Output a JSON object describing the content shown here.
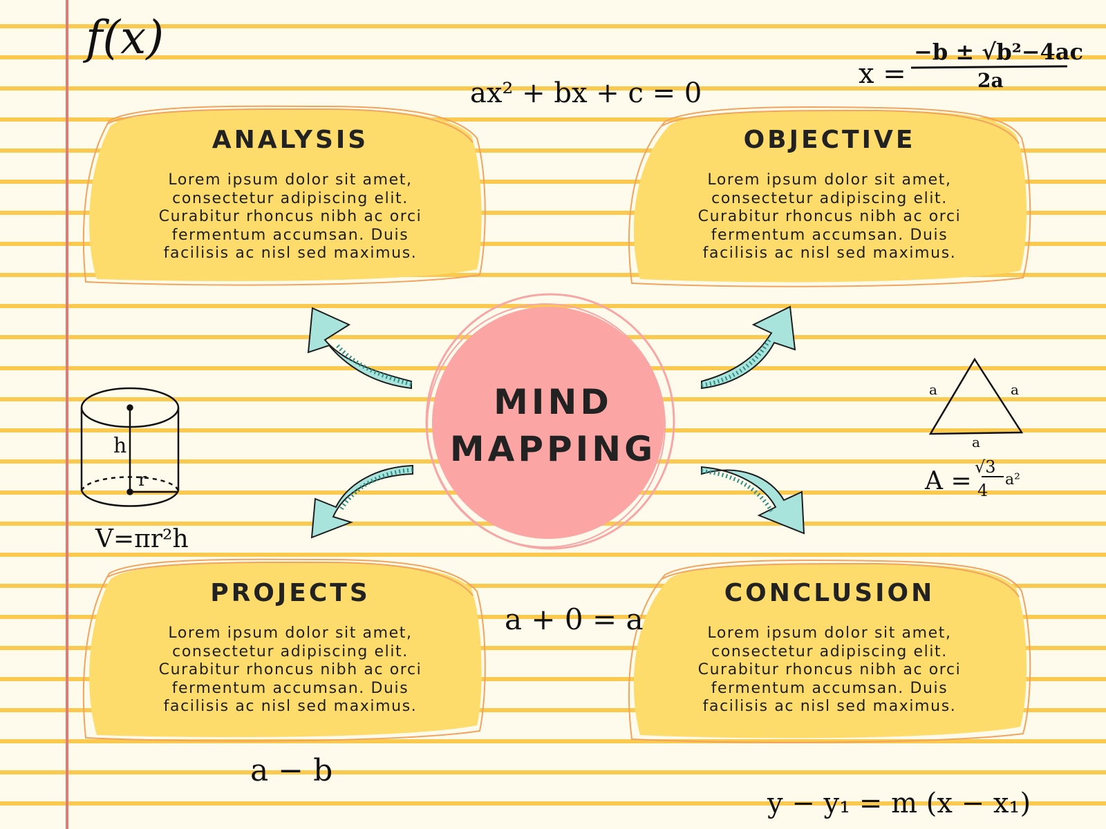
{
  "colors": {
    "paper": "#fffbec",
    "rule_line": "#fbc94e",
    "margin_line": "#e27b73",
    "card_fill": "#fedc6b",
    "card_outline": "#f2a35e",
    "center_fill": "#fba6a4",
    "center_ring": "#f7a6a6",
    "arrow_fill": "#a8e3dc",
    "arrow_hatch": "#2f8f86"
  },
  "center": {
    "line1": "MIND",
    "line2": "MAPPING"
  },
  "cards": {
    "analysis": {
      "title": "ANALYSIS",
      "lines": [
        "Lorem ipsum dolor sit amet,",
        "consectetur adipiscing elit.",
        "Curabitur rhoncus nibh ac orci",
        "fermentum accumsan. Duis",
        "facilisis ac nisl sed maximus."
      ]
    },
    "objective": {
      "title": "OBJECTIVE",
      "lines": [
        "Lorem ipsum dolor sit amet,",
        "consectetur adipiscing elit.",
        "Curabitur rhoncus nibh ac orci",
        "fermentum accumsan. Duis",
        "facilisis ac nisl sed maximus."
      ]
    },
    "projects": {
      "title": "PROJECTS",
      "lines": [
        "Lorem ipsum dolor sit amet,",
        "consectetur adipiscing elit.",
        "Curabitur rhoncus nibh ac orci",
        "fermentum accumsan. Duis",
        "facilisis ac nisl sed maximus."
      ]
    },
    "conclusion": {
      "title": "CONCLUSION",
      "lines": [
        "Lorem ipsum dolor sit amet,",
        "consectetur adipiscing elit.",
        "Curabitur rhoncus nibh ac orci",
        "fermentum accumsan. Duis",
        "facilisis ac nisl sed maximus."
      ]
    }
  },
  "math": {
    "fx": "f(x)",
    "quadratic_formula_lhs": "x =",
    "quadratic_formula_num": "−b ± √b²−4ac",
    "quadratic_formula_den": "2a",
    "quadratic_eq": "ax² + bx + c = 0",
    "identity": "a + 0 = a",
    "difference": "a − b",
    "point_slope": "y − y₁ = m (x − x₁)",
    "cylinder_volume": "V=πr²h",
    "cylinder_h": "h",
    "cylinder_r": "r",
    "triangle_side": "a",
    "triangle_area_lhs": "A =",
    "triangle_area_num": "√3",
    "triangle_area_den": "4",
    "triangle_area_tail": "a²"
  }
}
